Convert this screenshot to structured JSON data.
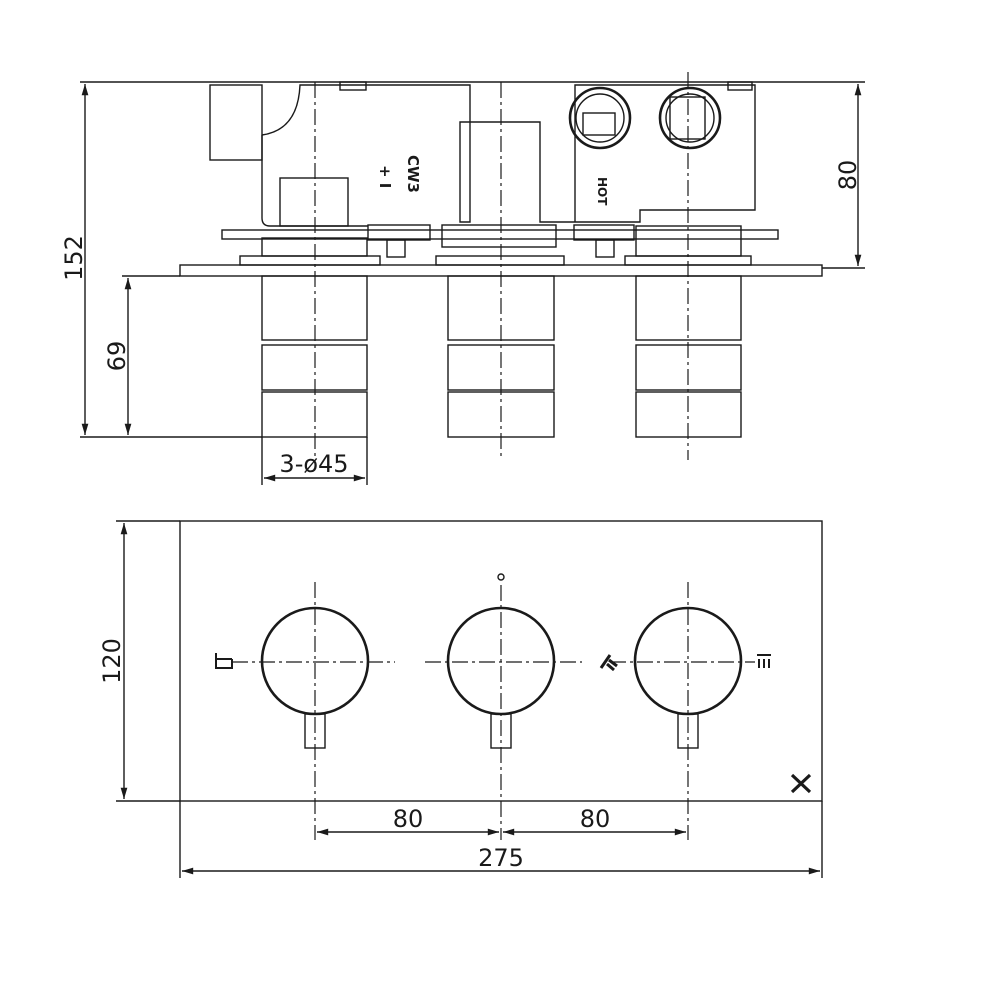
{
  "side_view": {
    "labels": {
      "cw3": "CW3",
      "plus_minus": "+ I",
      "hot": "HOT"
    },
    "dimensions": {
      "total_depth": "152",
      "body_depth": "80",
      "knob_projection": "69",
      "knob_diameter": "3-ø45"
    }
  },
  "front_view": {
    "dimensions": {
      "height": "120",
      "spacing_left": "80",
      "spacing_right": "80",
      "width": "275"
    },
    "icons": [
      "bath-spout-icon",
      "hand-shower-icon",
      "overhead-shower-icon",
      "logo-x-icon",
      "indicator-dot-icon"
    ]
  }
}
